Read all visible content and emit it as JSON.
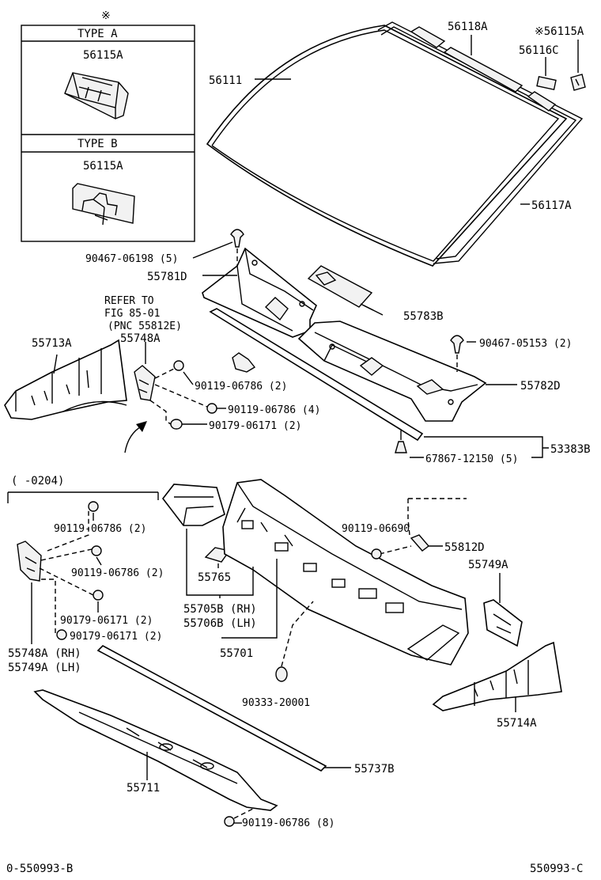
{
  "inset": {
    "mark": "※",
    "type_a": "TYPE A",
    "type_a_part": "56115A",
    "type_b": "TYPE B",
    "type_b_part": "56115A"
  },
  "labels": {
    "p56111": "56111",
    "p56118A": "56118A",
    "p56115A_mark": "※56115A",
    "p56116C": "56116C",
    "p56117A": "56117A",
    "p90467_06198": "90467-06198 (5)",
    "p55781D": "55781D",
    "refer_1": "REFER TO",
    "refer_2": "FIG 85-01",
    "refer_3": "(PNC 55812E)",
    "p55783B": "55783B",
    "p55713A": "55713A",
    "p55748A": "55748A",
    "p90467_05153": "90467-05153 (2)",
    "p90119_06786_2a": "90119-06786 (2)",
    "p55782D": "55782D",
    "p90119_06786_4": "90119-06786 (4)",
    "p90179_06171_2a": "90179-06171 (2)",
    "p53383B": "53383B",
    "p67867_12150": "67867-12150 (5)",
    "range": "(      -0204)",
    "p90119_06786_2b": "90119-06786 (2)",
    "p90119_06786_2c": "90119-06786 (2)",
    "p90179_06171_2b": "90179-06171 (2)",
    "p90179_06171_2c": "90179-06171 (2)",
    "p55748A_rh": "55748A (RH)",
    "p55749A_lh": "55749A (LH)",
    "p55765": "55765",
    "p55705B": "55705B (RH)",
    "p55706B": "55706B (LH)",
    "p55701": "55701",
    "p90119_06690": "90119-06690",
    "p55812D": "55812D",
    "p55749A": "55749A",
    "p90333_20001": "90333-20001",
    "p55714A": "55714A",
    "p55737B": "55737B",
    "p55711": "55711",
    "p90119_06786_8": "90119-06786 (8)"
  },
  "footer": {
    "left": "0-550993-B",
    "right": "550993-C"
  }
}
